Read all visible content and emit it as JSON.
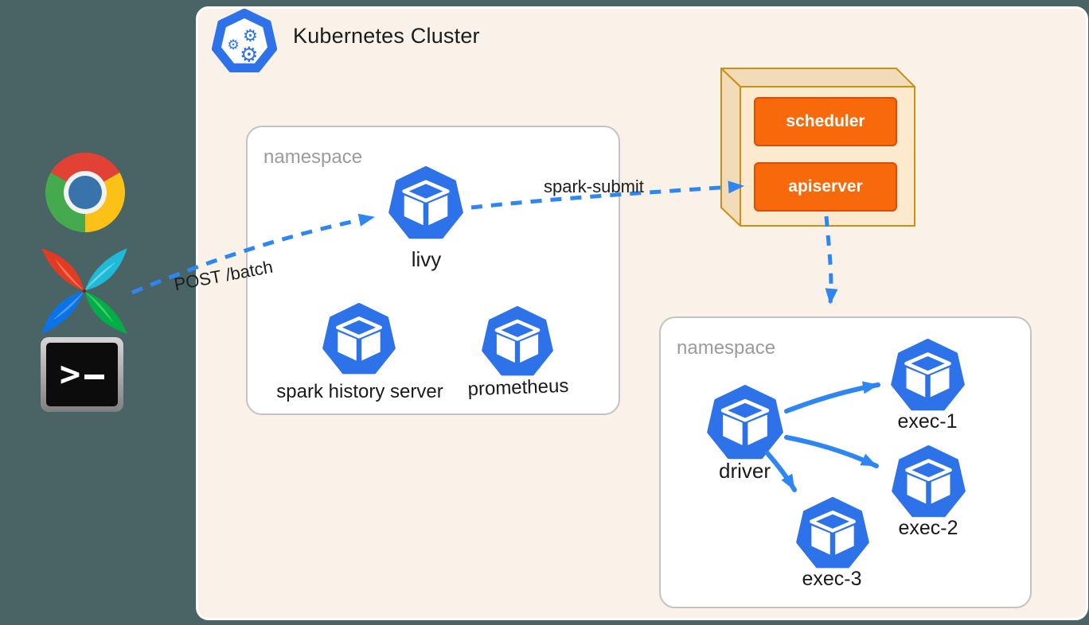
{
  "diagram": {
    "title": "Kubernetes Cluster",
    "clients": {
      "browser": "chrome",
      "workflow": "airflow",
      "terminal_prompt": ">"
    },
    "namespaces": [
      {
        "label": "namespace",
        "pods": [
          "livy",
          "spark history server",
          "prometheus"
        ]
      },
      {
        "label": "namespace",
        "pods": [
          "driver",
          "exec-1",
          "exec-2",
          "exec-3"
        ]
      }
    ],
    "control_plane": {
      "components": [
        "scheduler",
        "apiserver"
      ]
    },
    "edges": [
      {
        "label": "POST /batch",
        "from": "clients",
        "to": "livy",
        "style": "dashed"
      },
      {
        "label": "spark-submit",
        "from": "livy",
        "to": "apiserver",
        "style": "dashed"
      },
      {
        "label": "",
        "from": "apiserver",
        "to": "namespace-2",
        "style": "dashed"
      },
      {
        "label": "",
        "from": "driver",
        "to": "exec-1",
        "style": "solid"
      },
      {
        "label": "",
        "from": "driver",
        "to": "exec-2",
        "style": "solid"
      },
      {
        "label": "",
        "from": "driver",
        "to": "exec-3",
        "style": "solid"
      }
    ],
    "colors": {
      "page_background": "#4a6466",
      "cluster_panel": "#faf2e8",
      "namespace_fill": "#ffffff",
      "namespace_border": "#c3c3c3",
      "pod_blue": "#2d72e8",
      "arrow_blue": "#2e86f3",
      "control_plane_fill": "#f7690b",
      "control_plane_border": "#d84e09",
      "cube_front": "#fce9ce",
      "cube_side": "#f2dbb8",
      "cube_border": "#c89114"
    }
  }
}
